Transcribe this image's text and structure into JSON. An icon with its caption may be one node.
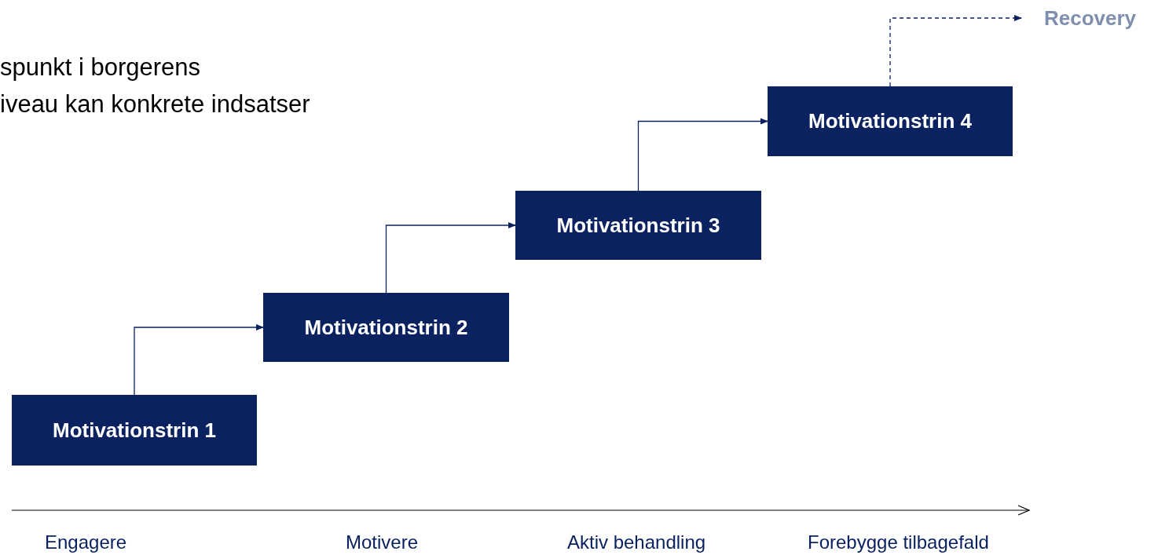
{
  "diagram": {
    "nodes": [
      {
        "text": [
          "Motivationstrin 1"
        ]
      },
      {
        "text": [
          "Motivationstrin 2"
        ]
      },
      {
        "text": [
          "Motivationstrin 3"
        ]
      },
      {
        "text": [
          "Motivationstrin 4"
        ]
      },
      {
        "text": [
          "Recovery"
        ]
      }
    ],
    "edges": [
      {
        "from": 0,
        "to": 1,
        "arrow": "to"
      },
      {
        "from": 1,
        "to": 2,
        "arrow": "to"
      },
      {
        "from": 2,
        "to": 3,
        "arrow": "to"
      },
      {
        "from": 3,
        "to": 4,
        "arrow": "to",
        "style": "dashed"
      }
    ],
    "labels": [
      "spunkt i borgerens",
      "iveau kan konkrete indsatser",
      "Engagere",
      "Motivere",
      "Aktiv behandling",
      "Forebygge tilbagefald"
    ]
  }
}
